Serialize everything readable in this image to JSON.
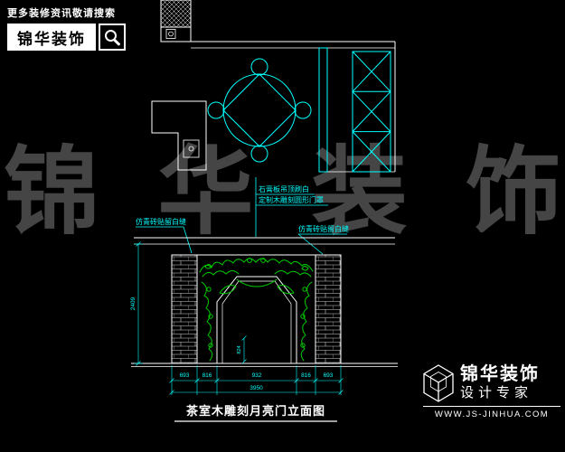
{
  "promo": {
    "tagline": "更多装修资讯敬请搜索",
    "brand": "锦华装饰"
  },
  "watermark": [
    "锦",
    "华",
    "装",
    "饰"
  ],
  "drawing": {
    "annotations": {
      "ceiling": "石膏板吊顶刷白",
      "gate_cover": "定制木雕刻圆形门罩",
      "brick_left": "仿青砖贴留白缝",
      "brick_right": "仿青砖贴留白缝"
    },
    "dimensions": {
      "segments": [
        "693",
        "816",
        "932",
        "816",
        "693"
      ],
      "total": "3950",
      "height": "2409",
      "gate_height": "824"
    },
    "title": "茶室木雕刻月亮门立面图",
    "colors": {
      "cad_cyan": "#00ffff",
      "cad_white": "#ffffff",
      "carving_green": "#00cc00"
    }
  },
  "footer": {
    "brand": "锦华装饰",
    "subtitle": "设计专家",
    "website": "WWW.JS-JINHUA.COM"
  }
}
